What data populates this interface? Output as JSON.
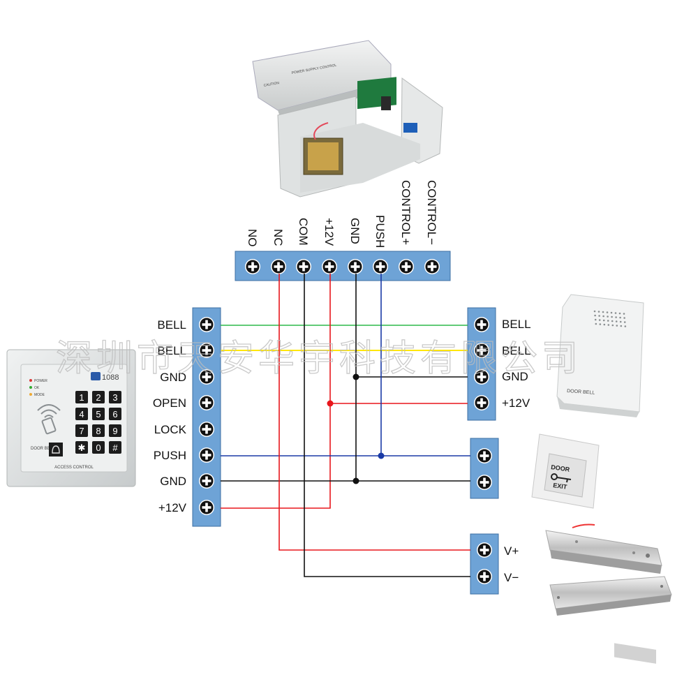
{
  "watermark": "深圳市天安华宇科技有限公司",
  "controller": {
    "terminals": [
      "NO",
      "NC",
      "COM",
      "+12V",
      "GND",
      "PUSH",
      "CONTROL+",
      "CONTROL−"
    ],
    "case_title": "POWER SUPPLY CONTROL",
    "case_caution": "CAUTION"
  },
  "keypad": {
    "terminals": [
      "BELL",
      "BELL",
      "GND",
      "OPEN",
      "LOCK",
      "PUSH",
      "GND",
      "+12V"
    ],
    "brand": "1088",
    "leds": [
      "POWER",
      "OK",
      "MODE"
    ],
    "keys": [
      "1",
      "2",
      "3",
      "4",
      "5",
      "6",
      "7",
      "8",
      "9",
      "✱",
      "0",
      "#"
    ],
    "bell_label": "DOOR BELL",
    "footer": "ACCESS CONTROL"
  },
  "doorbell": {
    "terminals": [
      "BELL",
      "BELL",
      "GND",
      "+12V"
    ],
    "label": "DOOR BELL"
  },
  "exit_button": {
    "line1": "DOOR",
    "line2": "EXIT"
  },
  "lock": {
    "terminals": [
      "V+",
      "V−"
    ]
  },
  "wire_colors": {
    "green": "#2db84a",
    "yellow": "#ffe600",
    "red": "#e8161c",
    "black": "#111111",
    "blue": "#1a3aa6",
    "terminal_blue": "#6ea3d6"
  }
}
